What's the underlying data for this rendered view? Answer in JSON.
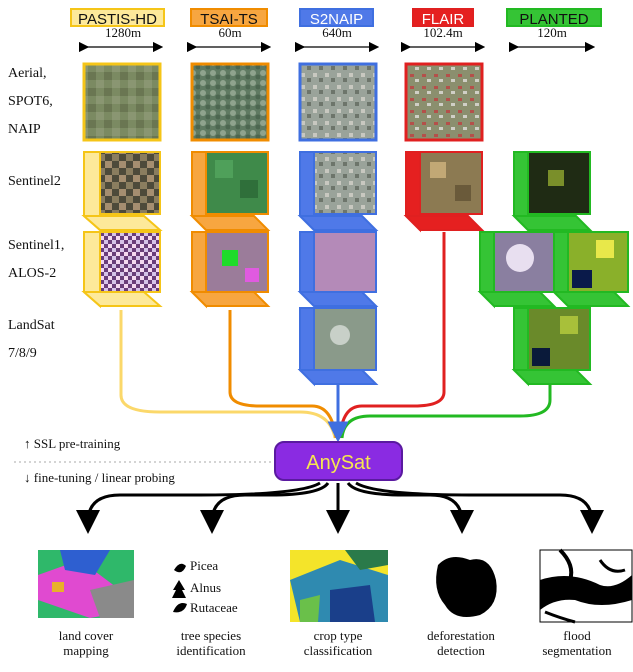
{
  "datasets": [
    {
      "name": "PASTIS-HD",
      "scale": "1280m",
      "color": "#f5c518",
      "bg": "#fde99a"
    },
    {
      "name": "TSAI-TS",
      "scale": "60m",
      "color": "#f08c00",
      "bg": "#f7a640"
    },
    {
      "name": "S2NAIP",
      "scale": "640m",
      "color": "#3f6fe0",
      "bg": "#4f79e8"
    },
    {
      "name": "FLAIR",
      "scale": "102.4m",
      "color": "#e02020",
      "bg": "#e52020"
    },
    {
      "name": "PLANTED",
      "scale": "120m",
      "color": "#22b922",
      "bg": "#35c435"
    }
  ],
  "rows": {
    "aerial": [
      "Aerial,",
      "SPOT6,",
      "NAIP"
    ],
    "sentinel2": [
      "Sentinel2"
    ],
    "sentinel1": [
      "Sentinel1,",
      "ALOS-2"
    ],
    "landsat": [
      "LandSat",
      "7/8/9"
    ]
  },
  "model": {
    "name": "AnySat"
  },
  "phases": {
    "pretrain": "↑ SSL pre-training",
    "finetune": "↓ fine-tuning / linear probing"
  },
  "species": [
    "Picea",
    "Alnus",
    "Rutaceae"
  ],
  "tasks": [
    {
      "line1": "land cover",
      "line2": "mapping"
    },
    {
      "line1": "tree species",
      "line2": "identification"
    },
    {
      "line1": "crop type",
      "line2": "classification"
    },
    {
      "line1": "deforestation",
      "line2": "detection"
    },
    {
      "line1": "flood",
      "line2": "segmentation"
    }
  ]
}
